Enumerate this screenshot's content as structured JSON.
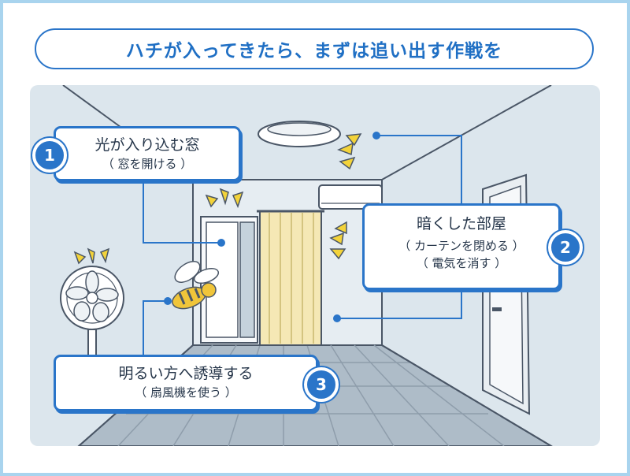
{
  "title": "ハチが入ってきたら、まずは追い出す作戦を",
  "steps": [
    {
      "number": "1",
      "main": "光が入り込む窓",
      "sub": "（ 窓を開ける ）"
    },
    {
      "number": "2",
      "main": "暗くした部屋",
      "sub1": "（ カーテンを閉める ）",
      "sub2": "（ 電気を消す ）"
    },
    {
      "number": "3",
      "main": "明るい方へ誘導する",
      "sub": "（ 扇風機を使う ）"
    }
  ],
  "colors": {
    "accent": "#2a75c9",
    "frame": "#a9d4ee",
    "wall": "#dce6ed",
    "floor": "#a9b8c4",
    "curtain": "#f4e8b4",
    "marker": "#f3d33a"
  }
}
